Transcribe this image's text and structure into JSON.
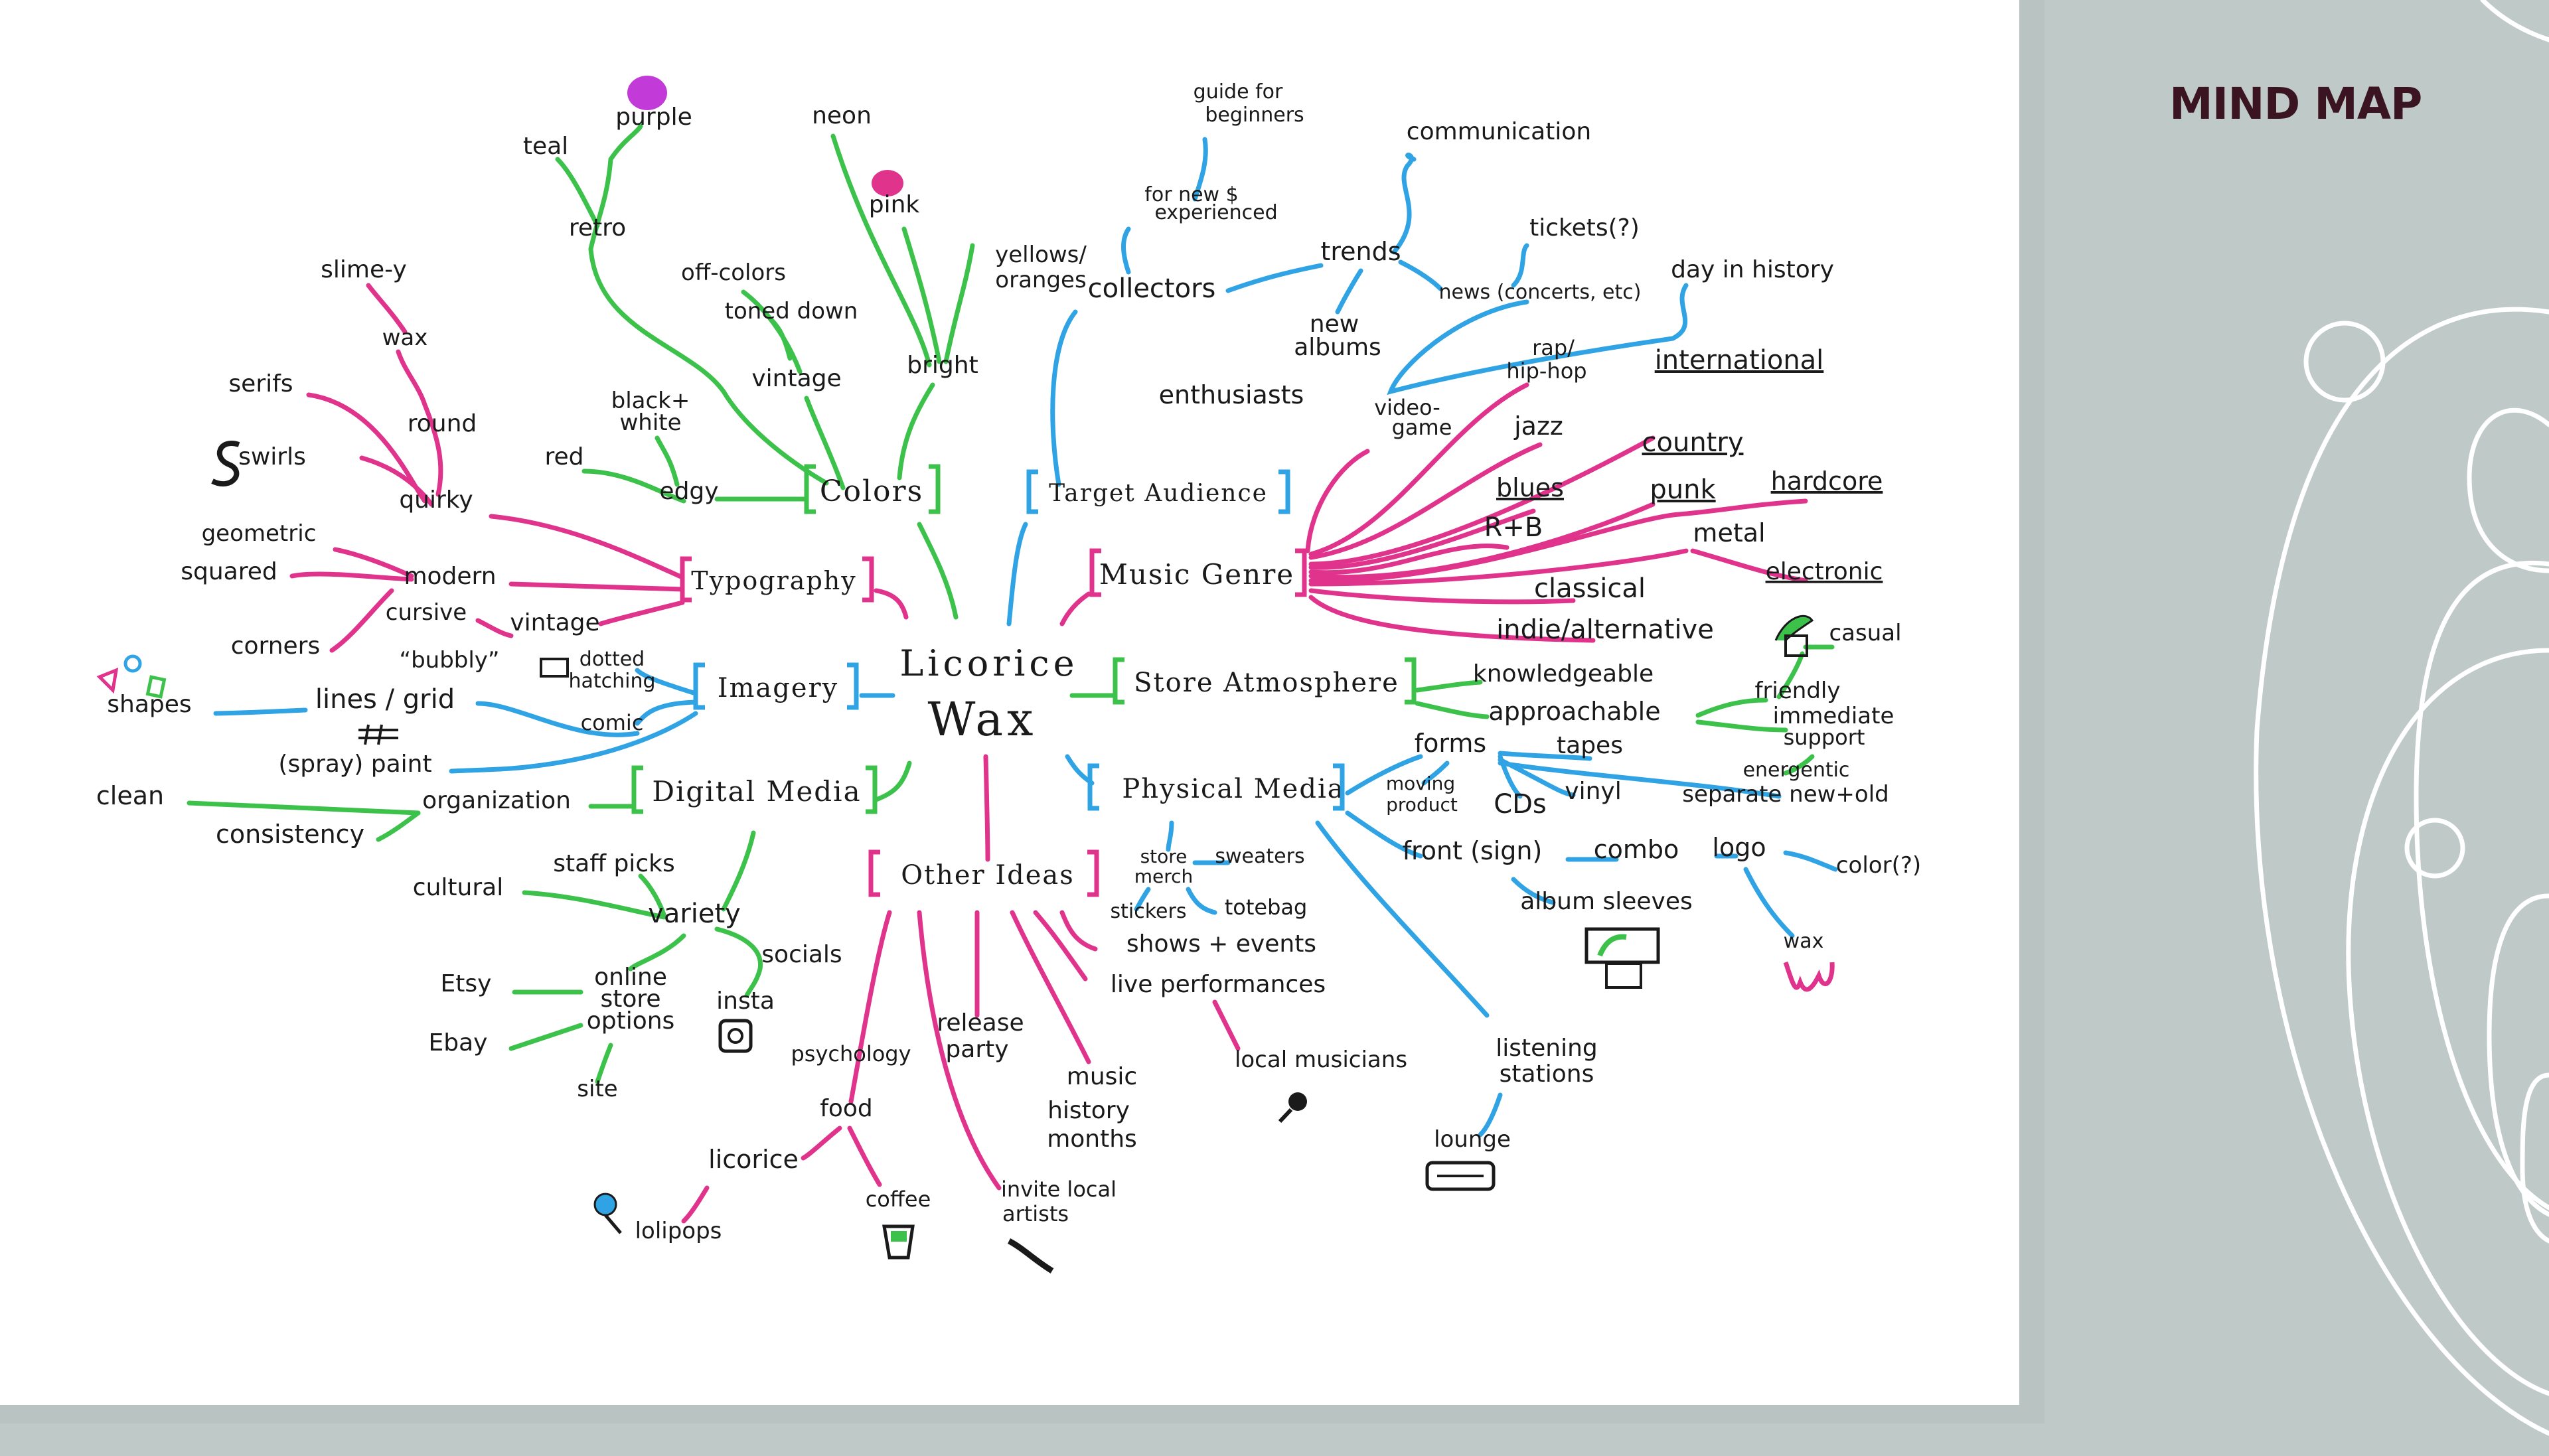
{
  "slide": {
    "title": "MIND MAP",
    "colors": {
      "background": "#bfc9c7",
      "title": "#3a1420",
      "pink": "#e0338c",
      "green": "#3cc24a",
      "blue": "#2fa3e3",
      "ink": "#1a1a1a",
      "decor_line": "#ffffff"
    }
  },
  "mindmap": {
    "center": {
      "line1": "Licorice",
      "line2": "Wax"
    },
    "categories": [
      {
        "id": "colors",
        "label": "Colors"
      },
      {
        "id": "typography",
        "label": "Typography"
      },
      {
        "id": "imagery",
        "label": "Imagery"
      },
      {
        "id": "digital_media",
        "label": "Digital Media"
      },
      {
        "id": "other_ideas",
        "label": "Other Ideas"
      },
      {
        "id": "target_audience",
        "label": "Target Audience"
      },
      {
        "id": "music_genre",
        "label": "Music Genre"
      },
      {
        "id": "store_atmosphere",
        "label": "Store Atmosphere"
      },
      {
        "id": "physical_media",
        "label": "Physical Media"
      }
    ],
    "words": [
      {
        "id": "purple",
        "text": "purple"
      },
      {
        "id": "teal",
        "text": "teal"
      },
      {
        "id": "retro",
        "text": "retro"
      },
      {
        "id": "neon",
        "text": "neon"
      },
      {
        "id": "pink",
        "text": "pink"
      },
      {
        "id": "yellows1",
        "text": "yellows/"
      },
      {
        "id": "yellows2",
        "text": "oranges"
      },
      {
        "id": "offcolors",
        "text": "off-colors"
      },
      {
        "id": "toned",
        "text": "toned down"
      },
      {
        "id": "vintage_c",
        "text": "vintage"
      },
      {
        "id": "bright",
        "text": "bright"
      },
      {
        "id": "blackwhite1",
        "text": "black+"
      },
      {
        "id": "blackwhite2",
        "text": "white"
      },
      {
        "id": "red",
        "text": "red"
      },
      {
        "id": "edgy",
        "text": "edgy"
      },
      {
        "id": "slimey",
        "text": "slime-y"
      },
      {
        "id": "wax",
        "text": "wax"
      },
      {
        "id": "serifs",
        "text": "serifs"
      },
      {
        "id": "round",
        "text": "round"
      },
      {
        "id": "swirls",
        "text": "swirls"
      },
      {
        "id": "quirky",
        "text": "quirky"
      },
      {
        "id": "geometric",
        "text": "geometric"
      },
      {
        "id": "squared",
        "text": "squared"
      },
      {
        "id": "modern",
        "text": "modern"
      },
      {
        "id": "cursive",
        "text": "cursive"
      },
      {
        "id": "vintage_t",
        "text": "vintage"
      },
      {
        "id": "corners",
        "text": "corners"
      },
      {
        "id": "bubbly",
        "text": "“bubbly”"
      },
      {
        "id": "dotted1",
        "text": "dotted"
      },
      {
        "id": "dotted2",
        "text": "hatching"
      },
      {
        "id": "shapes",
        "text": "shapes"
      },
      {
        "id": "linesgrid",
        "text": "lines / grid"
      },
      {
        "id": "comic",
        "text": "comic"
      },
      {
        "id": "spraypaint",
        "text": "(spray) paint"
      },
      {
        "id": "clean",
        "text": "clean"
      },
      {
        "id": "organization",
        "text": "organization"
      },
      {
        "id": "consistency",
        "text": "consistency"
      },
      {
        "id": "staffpicks",
        "text": "staff picks"
      },
      {
        "id": "cultural",
        "text": "cultural"
      },
      {
        "id": "variety",
        "text": "variety"
      },
      {
        "id": "socials",
        "text": "socials"
      },
      {
        "id": "etsy",
        "text": "Etsy"
      },
      {
        "id": "online1",
        "text": "online"
      },
      {
        "id": "online2",
        "text": "store"
      },
      {
        "id": "online3",
        "text": "options"
      },
      {
        "id": "insta",
        "text": "insta"
      },
      {
        "id": "ebay",
        "text": "Ebay"
      },
      {
        "id": "site",
        "text": "site"
      },
      {
        "id": "psychology",
        "text": "psychology"
      },
      {
        "id": "release1",
        "text": "release"
      },
      {
        "id": "release2",
        "text": "party"
      },
      {
        "id": "food",
        "text": "food"
      },
      {
        "id": "music1",
        "text": "music"
      },
      {
        "id": "music2",
        "text": "history"
      },
      {
        "id": "music3",
        "text": "months"
      },
      {
        "id": "licorice",
        "text": "licorice"
      },
      {
        "id": "coffee",
        "text": "coffee"
      },
      {
        "id": "invite1",
        "text": "invite local"
      },
      {
        "id": "invite2",
        "text": "artists"
      },
      {
        "id": "lolipops",
        "text": "lolipops"
      },
      {
        "id": "shows",
        "text": "shows + events"
      },
      {
        "id": "liveperf",
        "text": "live performances"
      },
      {
        "id": "localmus",
        "text": "local musicians"
      },
      {
        "id": "guide1",
        "text": "guide for"
      },
      {
        "id": "guide2",
        "text": "beginners"
      },
      {
        "id": "communication",
        "text": "communication"
      },
      {
        "id": "fornew1",
        "text": "for new $"
      },
      {
        "id": "fornew2",
        "text": "experienced"
      },
      {
        "id": "tickets",
        "text": "tickets(?)"
      },
      {
        "id": "trends",
        "text": "trends"
      },
      {
        "id": "collectors",
        "text": "collectors"
      },
      {
        "id": "news",
        "text": "news (concerts, etc)"
      },
      {
        "id": "dayinhistory",
        "text": "day in history"
      },
      {
        "id": "newalbums1",
        "text": "new"
      },
      {
        "id": "newalbums2",
        "text": "albums"
      },
      {
        "id": "enthusiasts",
        "text": "enthusiasts"
      },
      {
        "id": "rap1",
        "text": "rap/"
      },
      {
        "id": "rap2",
        "text": "hip-hop"
      },
      {
        "id": "international",
        "text": "international"
      },
      {
        "id": "videogame1",
        "text": "video-"
      },
      {
        "id": "videogame2",
        "text": "game"
      },
      {
        "id": "jazz",
        "text": "jazz"
      },
      {
        "id": "country",
        "text": "country"
      },
      {
        "id": "blues",
        "text": "blues"
      },
      {
        "id": "punk",
        "text": "punk"
      },
      {
        "id": "hardcore",
        "text": "hardcore"
      },
      {
        "id": "rb",
        "text": "R+B"
      },
      {
        "id": "metal",
        "text": "metal"
      },
      {
        "id": "electronic",
        "text": "electronic"
      },
      {
        "id": "classical",
        "text": "classical"
      },
      {
        "id": "indie",
        "text": "indie/alternative"
      },
      {
        "id": "casual",
        "text": "casual"
      },
      {
        "id": "knowledgeable",
        "text": "knowledgeable"
      },
      {
        "id": "friendly",
        "text": "friendly"
      },
      {
        "id": "approachable",
        "text": "approachable"
      },
      {
        "id": "immediate1",
        "text": "immediate"
      },
      {
        "id": "immediate2",
        "text": "support"
      },
      {
        "id": "energentic",
        "text": "energentic"
      },
      {
        "id": "forms",
        "text": "forms"
      },
      {
        "id": "tapes",
        "text": "tapes"
      },
      {
        "id": "moving1",
        "text": "moving"
      },
      {
        "id": "moving2",
        "text": "product"
      },
      {
        "id": "cds",
        "text": "CDs"
      },
      {
        "id": "vinyl",
        "text": "vinyl"
      },
      {
        "id": "separate",
        "text": "separate new+old"
      },
      {
        "id": "frontsign",
        "text": "front (sign)"
      },
      {
        "id": "combo",
        "text": "combo"
      },
      {
        "id": "logo",
        "text": "logo"
      },
      {
        "id": "colorq",
        "text": "color(?)"
      },
      {
        "id": "storemerch1",
        "text": "store"
      },
      {
        "id": "storemerch2",
        "text": "merch"
      },
      {
        "id": "sweaters",
        "text": "sweaters"
      },
      {
        "id": "stickers",
        "text": "stickers"
      },
      {
        "id": "totebag",
        "text": "totebag"
      },
      {
        "id": "albumsleeves",
        "text": "album sleeves"
      },
      {
        "id": "waxdrip",
        "text": "wax"
      },
      {
        "id": "listening1",
        "text": "listening"
      },
      {
        "id": "listening2",
        "text": "stations"
      },
      {
        "id": "lounge",
        "text": "lounge"
      }
    ]
  }
}
